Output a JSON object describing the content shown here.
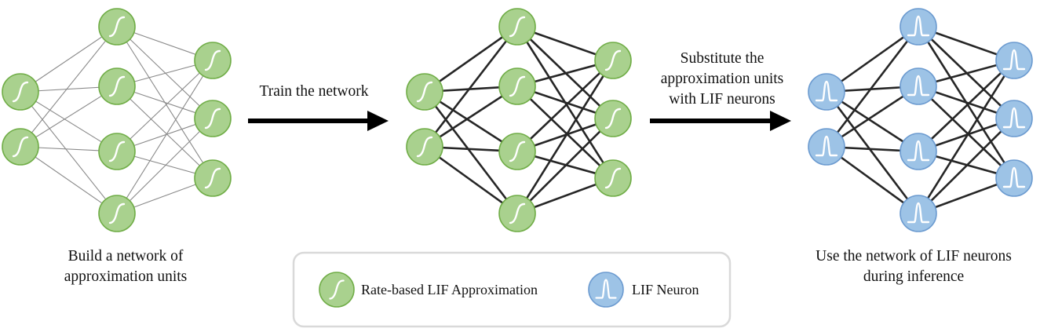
{
  "stages": [
    {
      "id": "stage-build",
      "caption": [
        "Build a network of",
        "approximation units"
      ],
      "layers": [
        2,
        4,
        3
      ],
      "neuron_type": "approx",
      "edge_style": "thin"
    },
    {
      "id": "stage-trained",
      "caption": [],
      "layers": [
        2,
        4,
        3
      ],
      "neuron_type": "approx",
      "edge_style": "bold"
    },
    {
      "id": "stage-inference",
      "caption": [
        "Use the network of LIF neurons",
        "during inference"
      ],
      "layers": [
        2,
        4,
        3
      ],
      "neuron_type": "lif",
      "edge_style": "bold"
    }
  ],
  "arrows": [
    {
      "id": "arrow-train",
      "label": [
        "Train the network"
      ]
    },
    {
      "id": "arrow-substitute",
      "label": [
        "Substitute the",
        "approximation units",
        "with LIF neurons"
      ]
    }
  ],
  "legend": {
    "items": [
      {
        "type": "approx",
        "label": "Rate-based LIF Approximation"
      },
      {
        "type": "lif",
        "label": "LIF Neuron"
      }
    ]
  },
  "colors": {
    "approx_fill": "#a9d18e",
    "approx_stroke": "#70ad47",
    "lif_fill": "#9dc3e6",
    "lif_stroke": "#6c9bd0",
    "thin_edge": "#8a8a8a",
    "bold_edge": "#262626",
    "arrow": "#000000",
    "legend_border": "#d9d9d9",
    "glyph": "#ffffff"
  },
  "icons": {
    "approx": "sigmoid-curve-icon",
    "lif": "spike-pulse-icon"
  }
}
